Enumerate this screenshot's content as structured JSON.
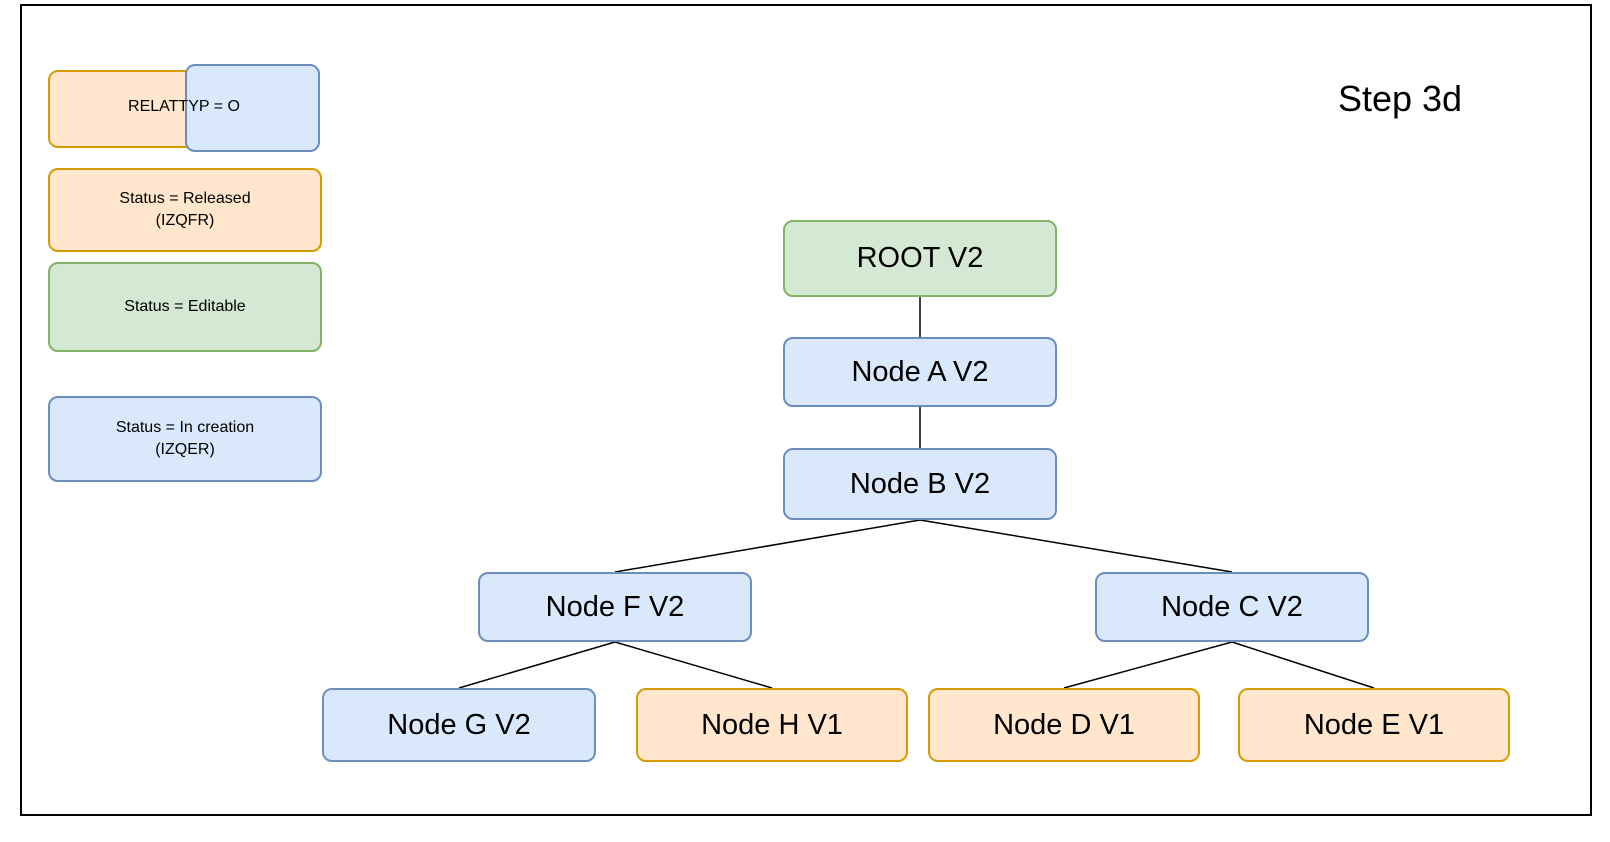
{
  "title": "Step 3d",
  "legend": {
    "relattyp": {
      "label": "RELATTYP = O"
    },
    "released": {
      "line1": "Status = Released",
      "line2": "(IZQFR)"
    },
    "editable": {
      "label": "Status = Editable"
    },
    "in_creation": {
      "line1": "Status = In creation",
      "line2": "(IZQER)"
    }
  },
  "colors": {
    "green_fill": "#d5e8d4",
    "green_border": "#82b366",
    "blue_fill": "#dae8fc",
    "blue_border": "#6c8ebf",
    "orange_fill": "#ffe6cc",
    "orange_border": "#d79b00",
    "edge": "#000000"
  },
  "nodes": {
    "root": {
      "label": "ROOT V2",
      "status": "Editable"
    },
    "a": {
      "label": "Node A V2",
      "status": "In creation"
    },
    "b": {
      "label": "Node B V2",
      "status": "In creation"
    },
    "f": {
      "label": "Node F V2",
      "status": "In creation"
    },
    "c": {
      "label": "Node C V2",
      "status": "In creation"
    },
    "g": {
      "label": "Node G V2",
      "status": "In creation"
    },
    "h": {
      "label": "Node H V1",
      "status": "Released"
    },
    "d": {
      "label": "Node D V1",
      "status": "Released"
    },
    "e": {
      "label": "Node E V1",
      "status": "Released"
    }
  },
  "edges": [
    {
      "from": "root",
      "to": "a"
    },
    {
      "from": "a",
      "to": "b"
    },
    {
      "from": "b",
      "to": "f"
    },
    {
      "from": "b",
      "to": "c"
    },
    {
      "from": "f",
      "to": "g"
    },
    {
      "from": "f",
      "to": "h"
    },
    {
      "from": "c",
      "to": "d"
    },
    {
      "from": "c",
      "to": "e"
    }
  ]
}
